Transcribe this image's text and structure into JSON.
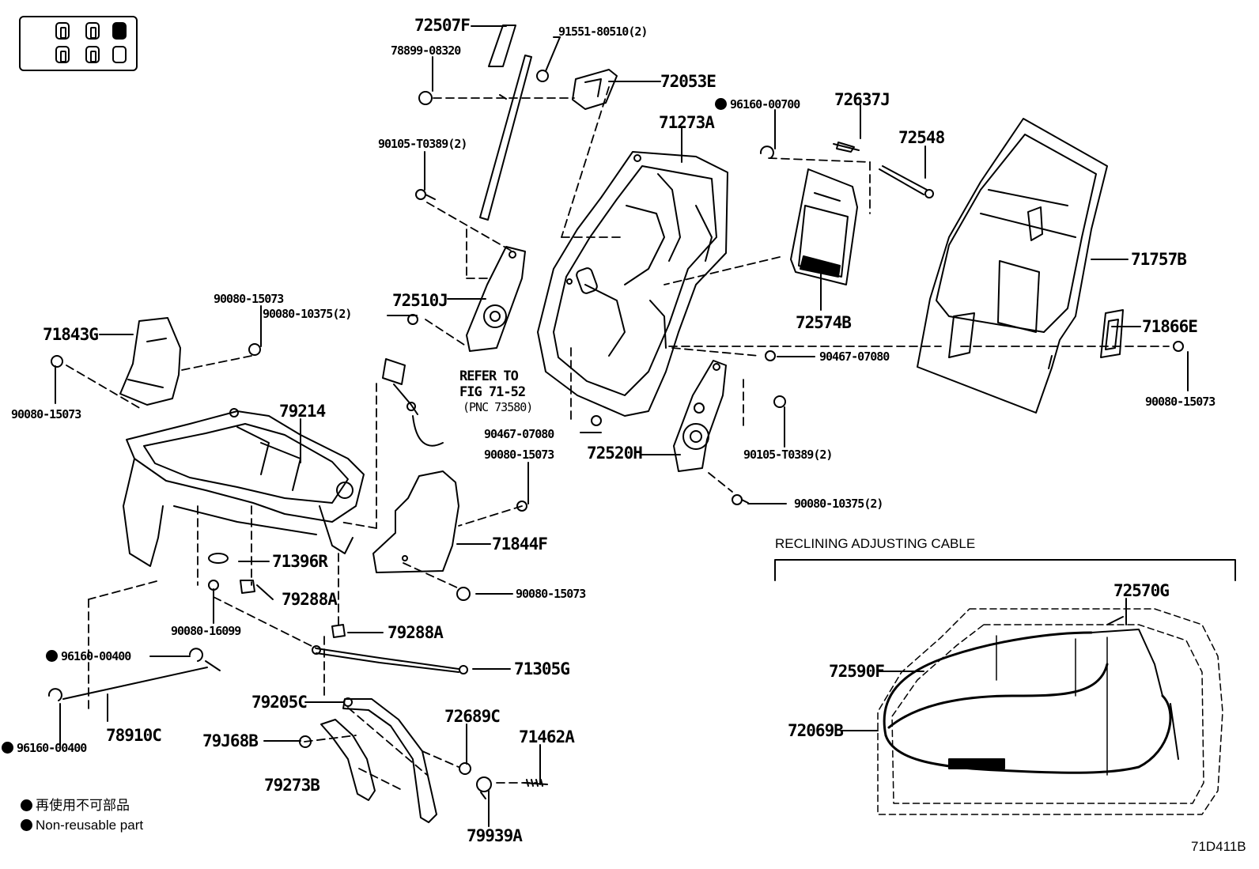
{
  "parts": {
    "p72507F": "72507F",
    "p91551": "91551-80510(2)",
    "p78899": "78899-08320",
    "p72053E": "72053E",
    "p71273A": "71273A",
    "p96160_700": "96160-00700",
    "p72637J": "72637J",
    "p72548": "72548",
    "p90105_top": "90105-T0389(2)",
    "p71757B": "71757B",
    "p72574B": "72574B",
    "p90080_15073_a": "90080-15073",
    "p90080_10375_a": "90080-10375(2)",
    "p72510J": "72510J",
    "p71843G": "71843G",
    "p71866E": "71866E",
    "p90467_a": "90467-07080",
    "p90080_15073_b": "90080-15073",
    "p90080_15073_c": "90080-15073",
    "p79214": "79214",
    "p90467_b": "90467-07080",
    "p90080_15073_d": "90080-15073",
    "p72520H": "72520H",
    "p90105_bot": "90105-T0389(2)",
    "p90080_10375_b": "90080-10375(2)",
    "p71844F": "71844F",
    "p71396R": "71396R",
    "p79288A_a": "79288A",
    "p90080_15073_e": "90080-15073",
    "p90080_16099": "90080-16099",
    "p79288A_b": "79288A",
    "p96160_400_a": "96160-00400",
    "p71305G": "71305G",
    "p78910C": "78910C",
    "p96160_400_b": "96160-00400",
    "p79205C": "79205C",
    "p72689C": "72689C",
    "p71462A": "71462A",
    "p79368B": "79J68B",
    "p79273B": "79273B",
    "p79939A": "79939A",
    "p72570G": "72570G",
    "p72590F": "72590F",
    "p72069B": "72069B"
  },
  "refer": {
    "line1": "REFER TO",
    "line2": "FIG 71-52",
    "line3": "(PNC 73580)"
  },
  "inset": {
    "title": "RECLINING ADJUSTING CABLE"
  },
  "legend": {
    "japanese": "再使用不可部品",
    "english": "Non-reusable part"
  },
  "figure_id": "71D411B",
  "seat_view": {
    "rows": 2,
    "cols": 3,
    "highlighted": "row1-col3"
  }
}
